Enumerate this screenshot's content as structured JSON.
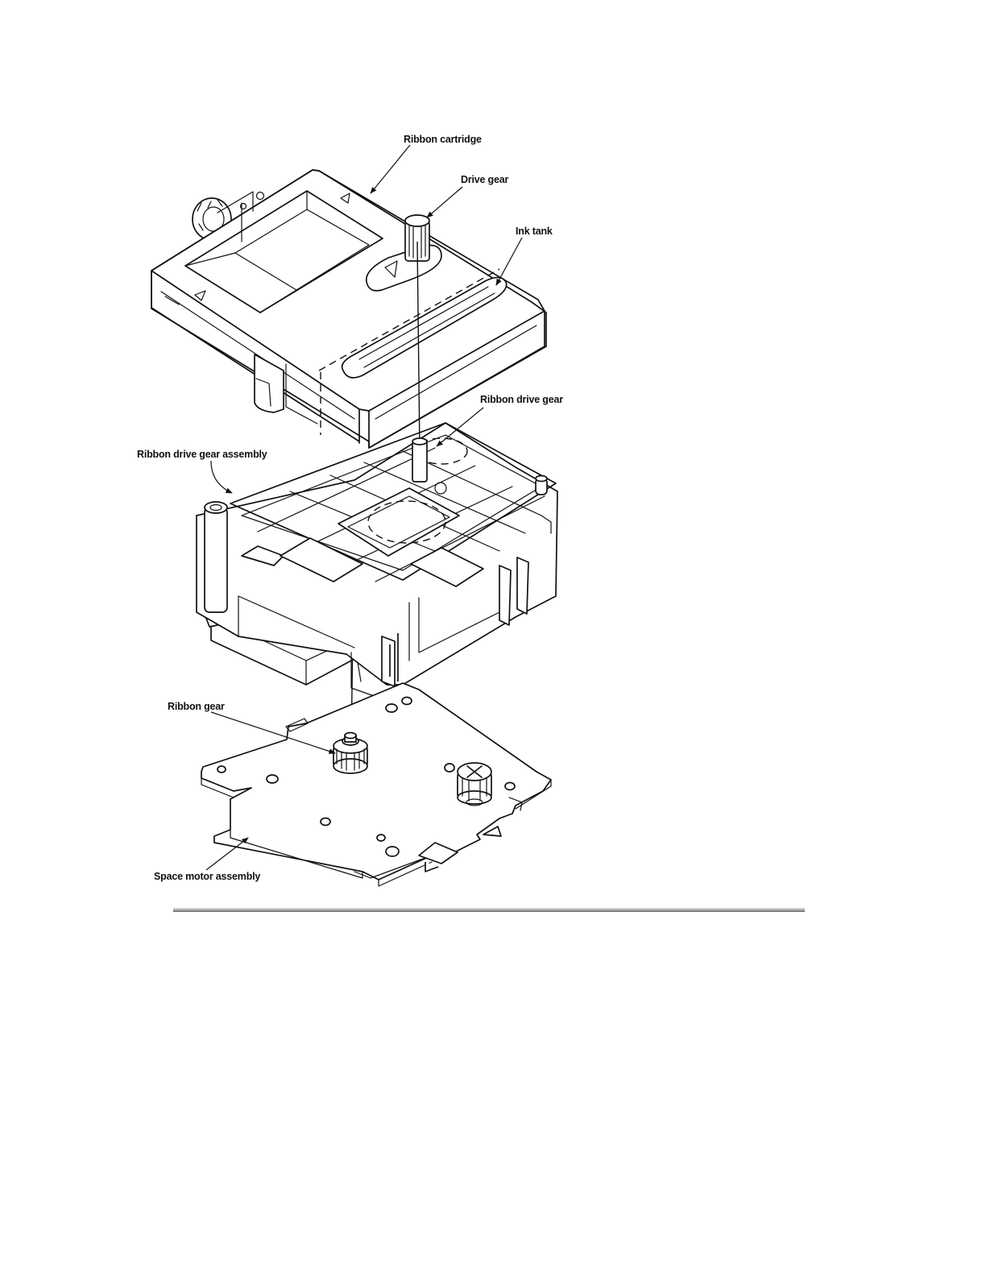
{
  "labels": {
    "ribbon_cartridge": "Ribbon cartridge",
    "drive_gear": "Drive gear",
    "ink_tank": "Ink tank",
    "ribbon_drive_gear": "Ribbon drive gear",
    "ribbon_drive_gear_assembly": "Ribbon drive gear assembly",
    "ribbon_gear": "Ribbon gear",
    "space_motor_assembly": "Space motor assembly"
  }
}
